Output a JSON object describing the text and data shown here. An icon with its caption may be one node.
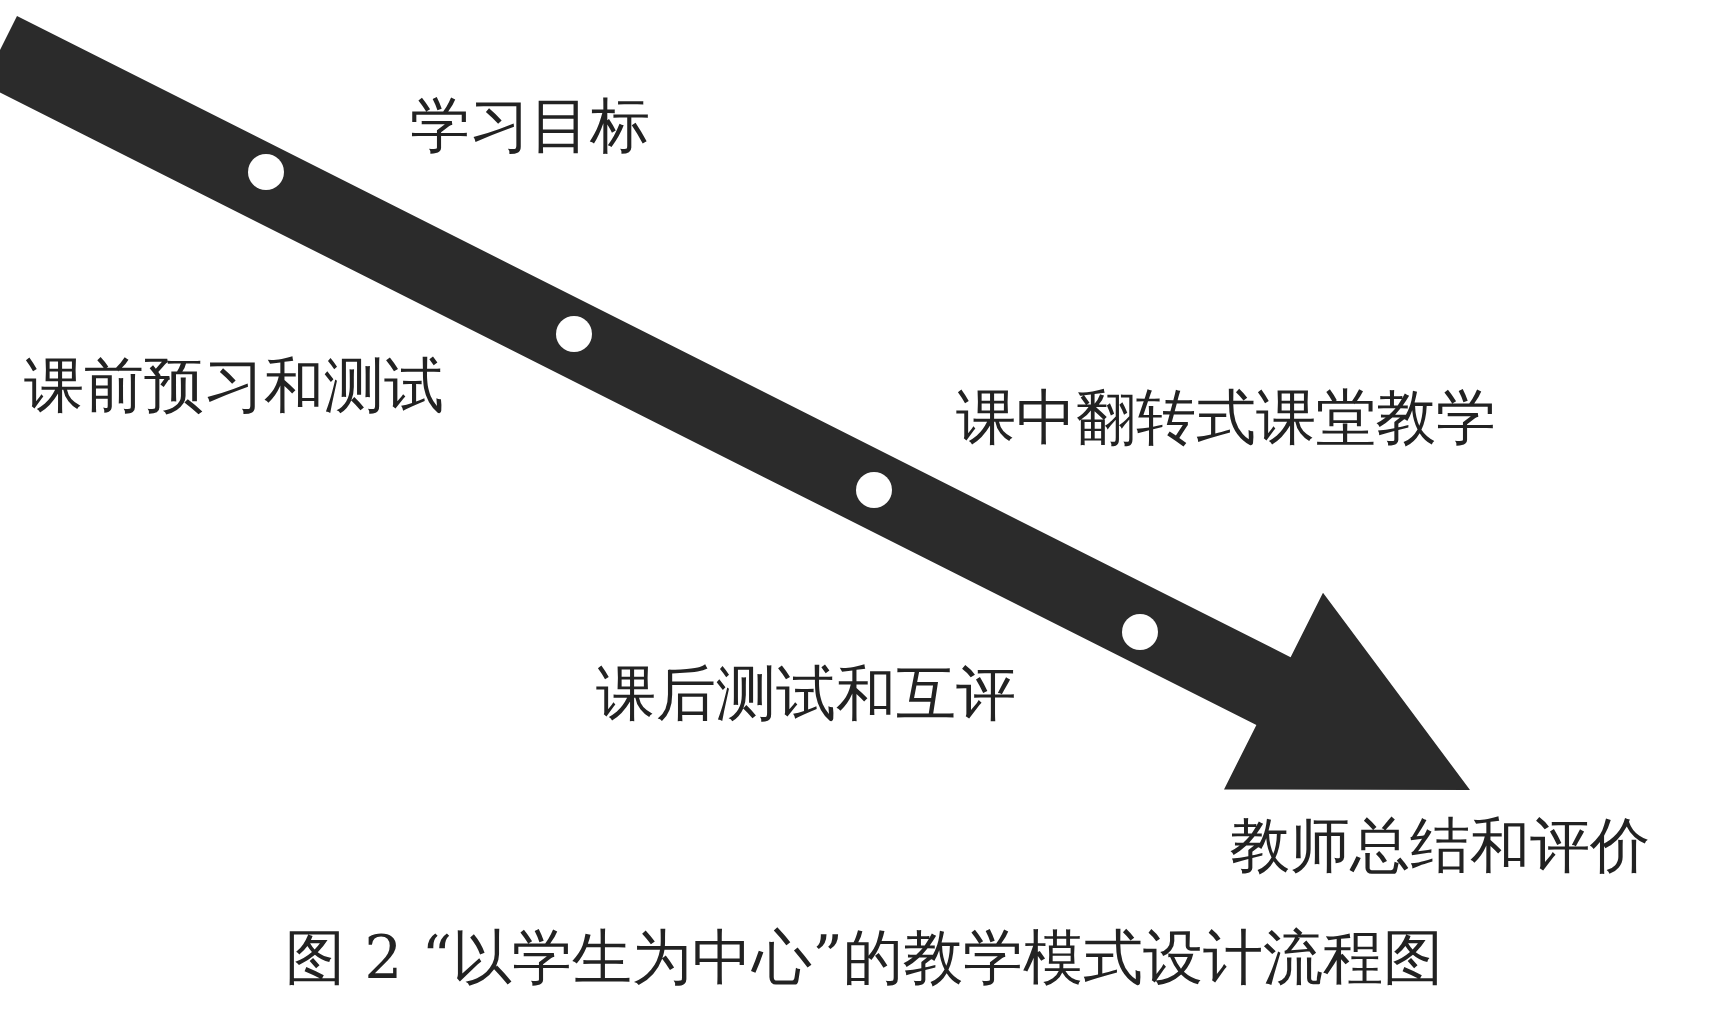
{
  "diagram": {
    "caption": "图 2 “以学生为中心”的教学模式设计流程图",
    "labels": [
      "学习目标",
      "课前预习和测试",
      "课中翻转式课堂教学",
      "课后测试和互评",
      "教师总结和评价"
    ]
  }
}
